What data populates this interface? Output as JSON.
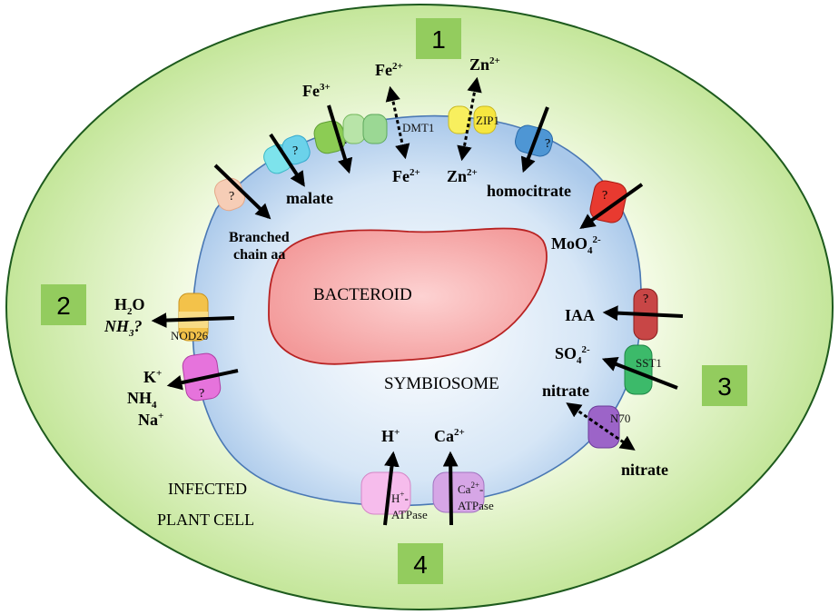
{
  "regions": {
    "bacteroid": "BACTEROID",
    "symbiosome": "SYMBIOSOME",
    "cell_line1": "INFECTED",
    "cell_line2": "PLANT CELL"
  },
  "boxes": {
    "b1": "1",
    "b2": "2",
    "b3": "3",
    "b4": "4"
  },
  "transporters": {
    "q": "?",
    "dmt1": "DMT1",
    "zip1": "ZIP1",
    "nod26": "NOD26",
    "sst1": "SST1",
    "n70": "N70",
    "h_atpase_1": "H",
    "h_atpase_1_sup": "+",
    "h_atpase_1_end": "-",
    "h_atpase_2": "ATPase",
    "ca_atpase_1": "Ca",
    "ca_atpase_1_sup": "2+",
    "ca_atpase_1_end": "-",
    "ca_atpase_2": "ATPase"
  },
  "substrates": {
    "fe3": {
      "base": "Fe",
      "sup": "3+"
    },
    "fe2_out": {
      "base": "Fe",
      "sup": "2+"
    },
    "fe2_in": {
      "base": "Fe",
      "sup": "2+"
    },
    "zn_out": {
      "base": "Zn",
      "sup": "2+"
    },
    "zn_in": {
      "base": "Zn",
      "sup": "2+"
    },
    "malate": "malate",
    "homocitrate": "homocitrate",
    "branched_1": "Branched",
    "branched_2": "chain aa",
    "moo4": {
      "base": "MoO",
      "sub": "4",
      "sup": "2-"
    },
    "h2o": {
      "base": "H",
      "sub": "2",
      "end": "O"
    },
    "nh3": {
      "base": "NH",
      "sub": "3",
      "end": "?"
    },
    "k": {
      "base": "K",
      "sup": "+"
    },
    "nh4": {
      "base": "NH",
      "sub": "4"
    },
    "na": {
      "base": "Na",
      "sup": "+"
    },
    "iaa": "IAA",
    "so4": {
      "base": "SO",
      "sub": "4",
      "sup": "2-"
    },
    "nitrate_in": "nitrate",
    "nitrate_out": "nitrate",
    "h_plus": {
      "base": "H",
      "sup": "+"
    },
    "ca_plus": {
      "base": "Ca",
      "sup": "2+"
    }
  }
}
